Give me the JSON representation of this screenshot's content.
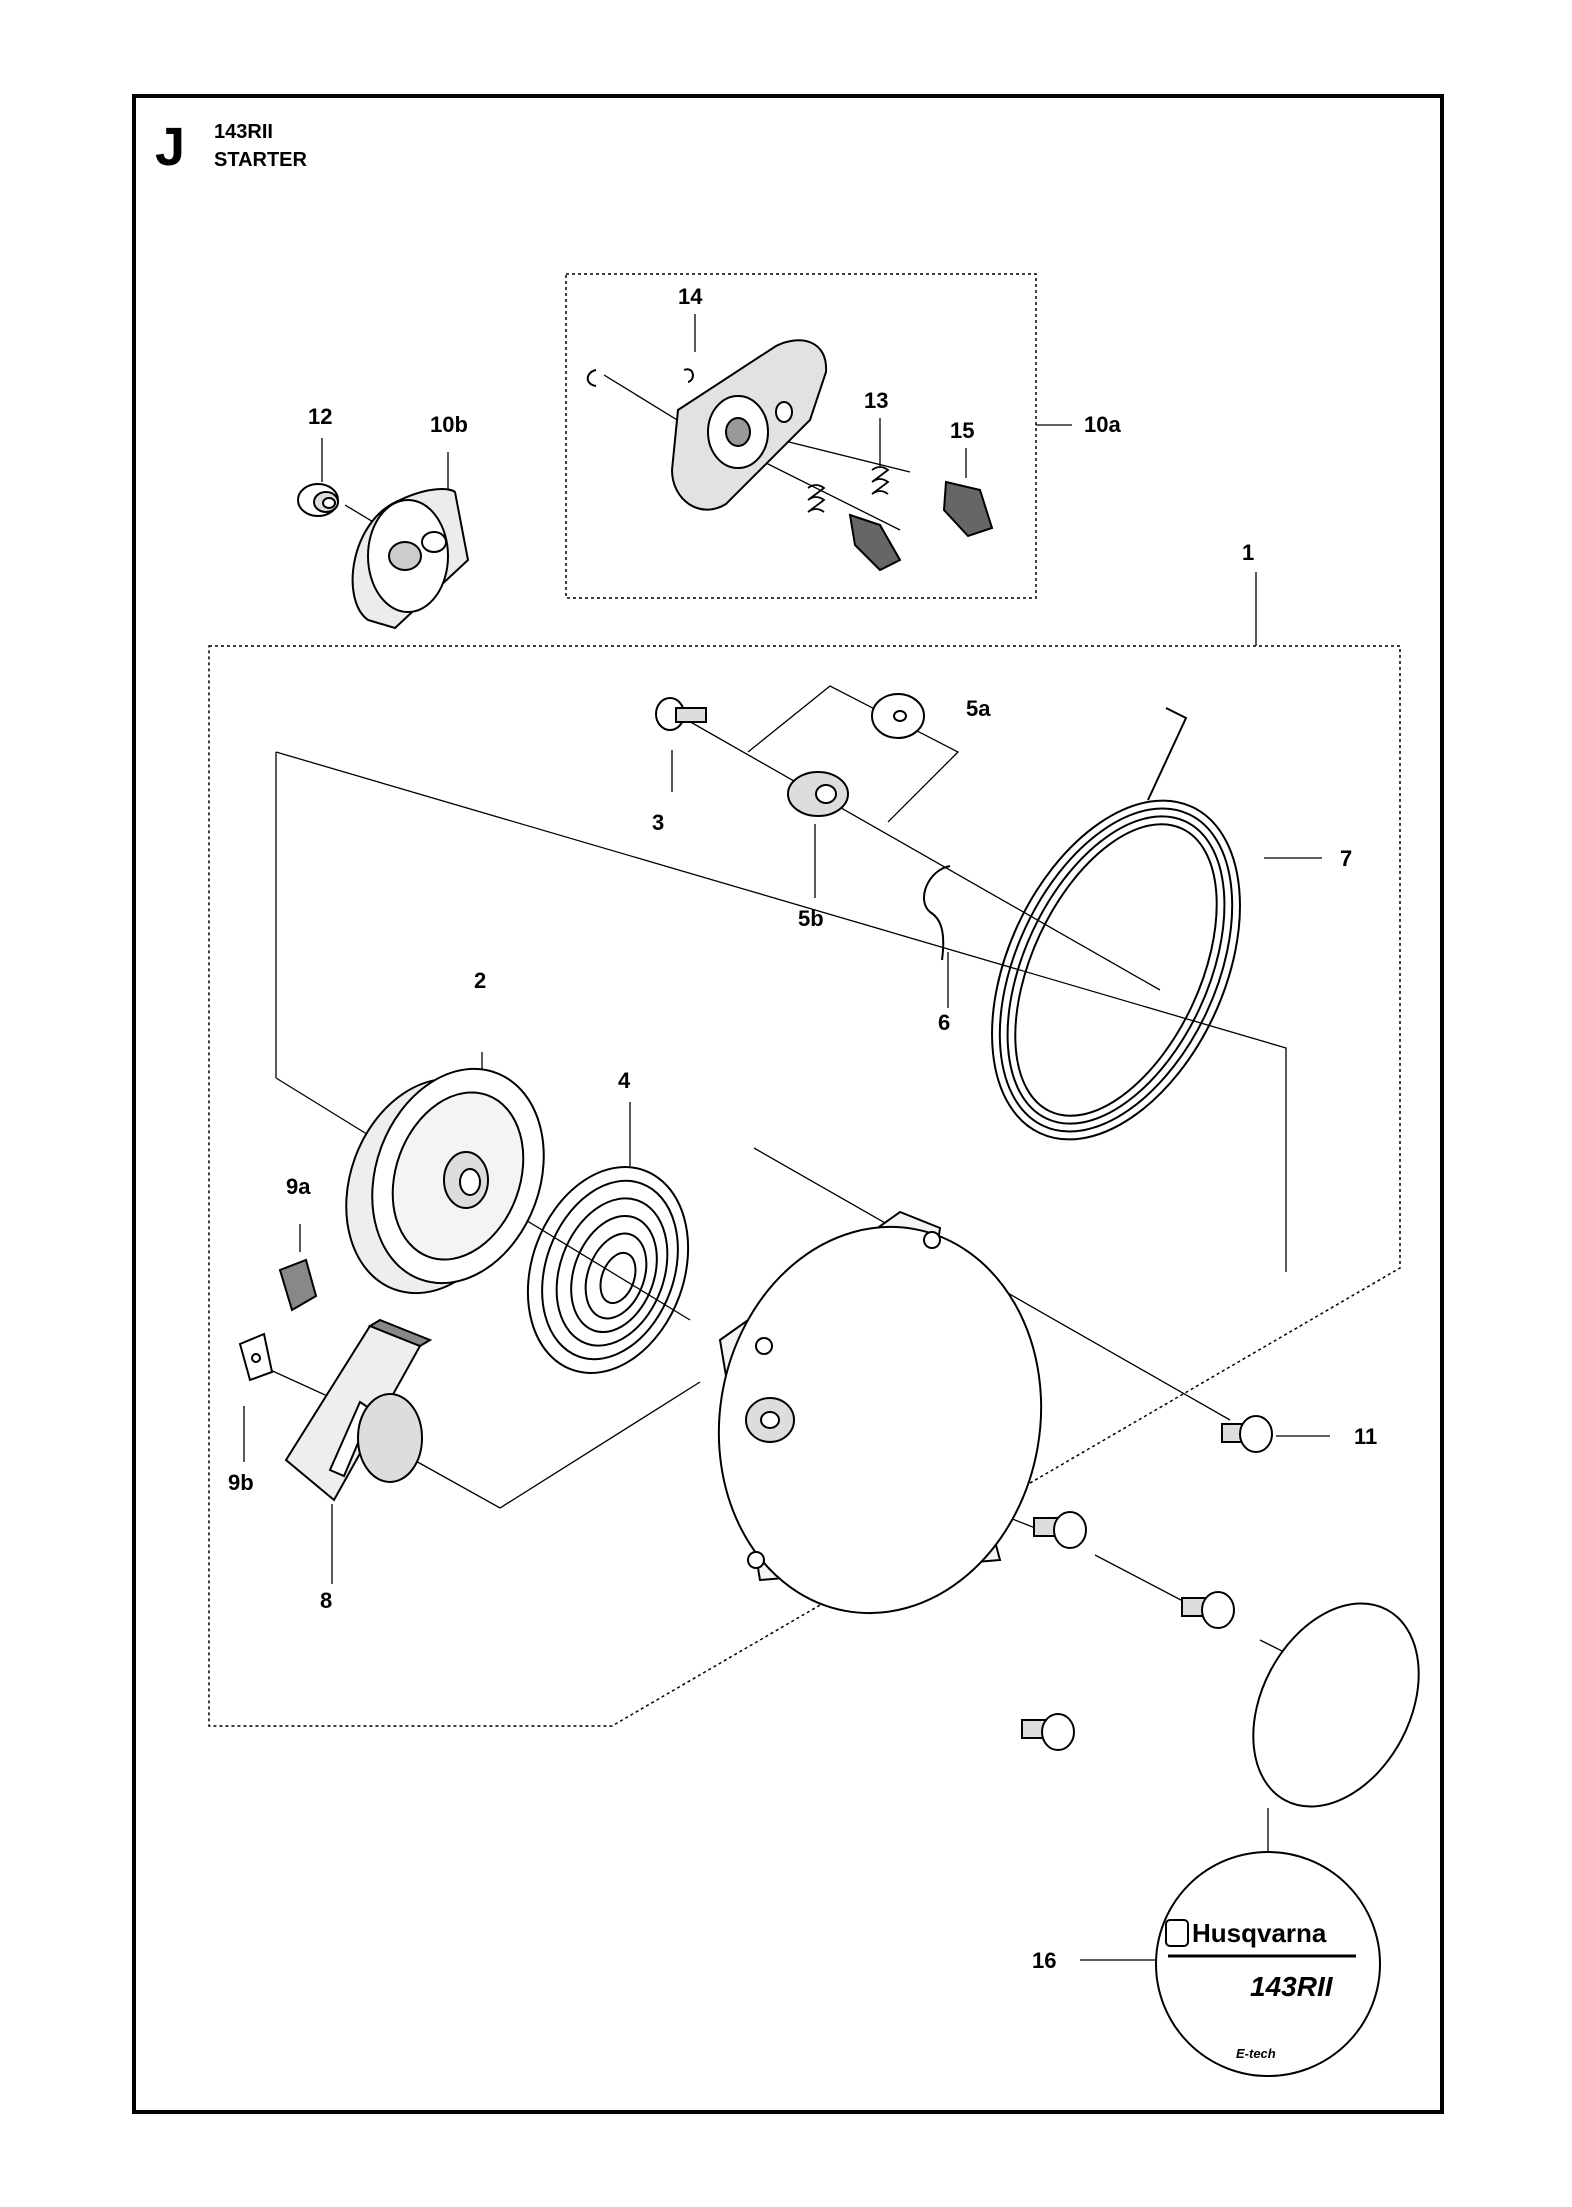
{
  "header": {
    "section_letter": "J",
    "model": "143RII",
    "section_title": "STARTER"
  },
  "labels": {
    "p1": "1",
    "p2": "2",
    "p3": "3",
    "p4": "4",
    "p5a": "5a",
    "p5b": "5b",
    "p6": "6",
    "p7": "7",
    "p8": "8",
    "p9a": "9a",
    "p9b": "9b",
    "p10a": "10a",
    "p10b": "10b",
    "p11": "11",
    "p12": "12",
    "p13": "13",
    "p14": "14",
    "p15": "15",
    "p16": "16"
  },
  "decal": {
    "brand": "Husqvarna",
    "model": "143RII",
    "tag": "E-tech"
  }
}
